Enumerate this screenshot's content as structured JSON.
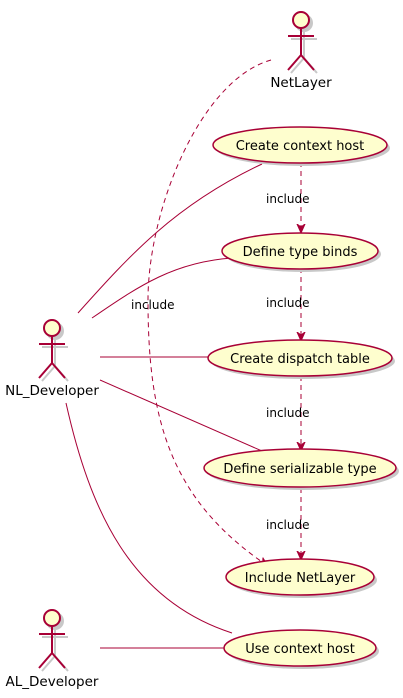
{
  "actors": [
    {
      "id": "netlayer",
      "label": "NetLayer"
    },
    {
      "id": "nl_developer",
      "label": "NL_Developer"
    },
    {
      "id": "al_developer",
      "label": "AL_Developer"
    }
  ],
  "use_cases": [
    {
      "id": "create_context_host",
      "label": "Create context host"
    },
    {
      "id": "define_type_binds",
      "label": "Define type binds"
    },
    {
      "id": "create_dispatch_table",
      "label": "Create dispatch table"
    },
    {
      "id": "define_serializable_type",
      "label": "Define serializable type"
    },
    {
      "id": "include_netlayer",
      "label": "Include NetLayer"
    },
    {
      "id": "use_context_host",
      "label": "Use context host"
    }
  ],
  "associations": [
    {
      "from": "nl_developer",
      "to": "create_context_host"
    },
    {
      "from": "nl_developer",
      "to": "define_type_binds"
    },
    {
      "from": "nl_developer",
      "to": "create_dispatch_table"
    },
    {
      "from": "nl_developer",
      "to": "define_serializable_type"
    },
    {
      "from": "nl_developer",
      "to": "use_context_host"
    },
    {
      "from": "al_developer",
      "to": "use_context_host"
    }
  ],
  "includes": [
    {
      "from": "create_context_host",
      "to": "define_type_binds",
      "label": "include"
    },
    {
      "from": "define_type_binds",
      "to": "create_dispatch_table",
      "label": "include"
    },
    {
      "from": "create_dispatch_table",
      "to": "define_serializable_type",
      "label": "include"
    },
    {
      "from": "define_serializable_type",
      "to": "include_netlayer",
      "label": "include"
    },
    {
      "from": "netlayer",
      "to": "include_netlayer",
      "label": "include"
    }
  ],
  "colors": {
    "line": "#a80036",
    "use_case_fill": "#fefece",
    "actor_fill": "#fefece",
    "shadow": "#c8c8c8"
  }
}
